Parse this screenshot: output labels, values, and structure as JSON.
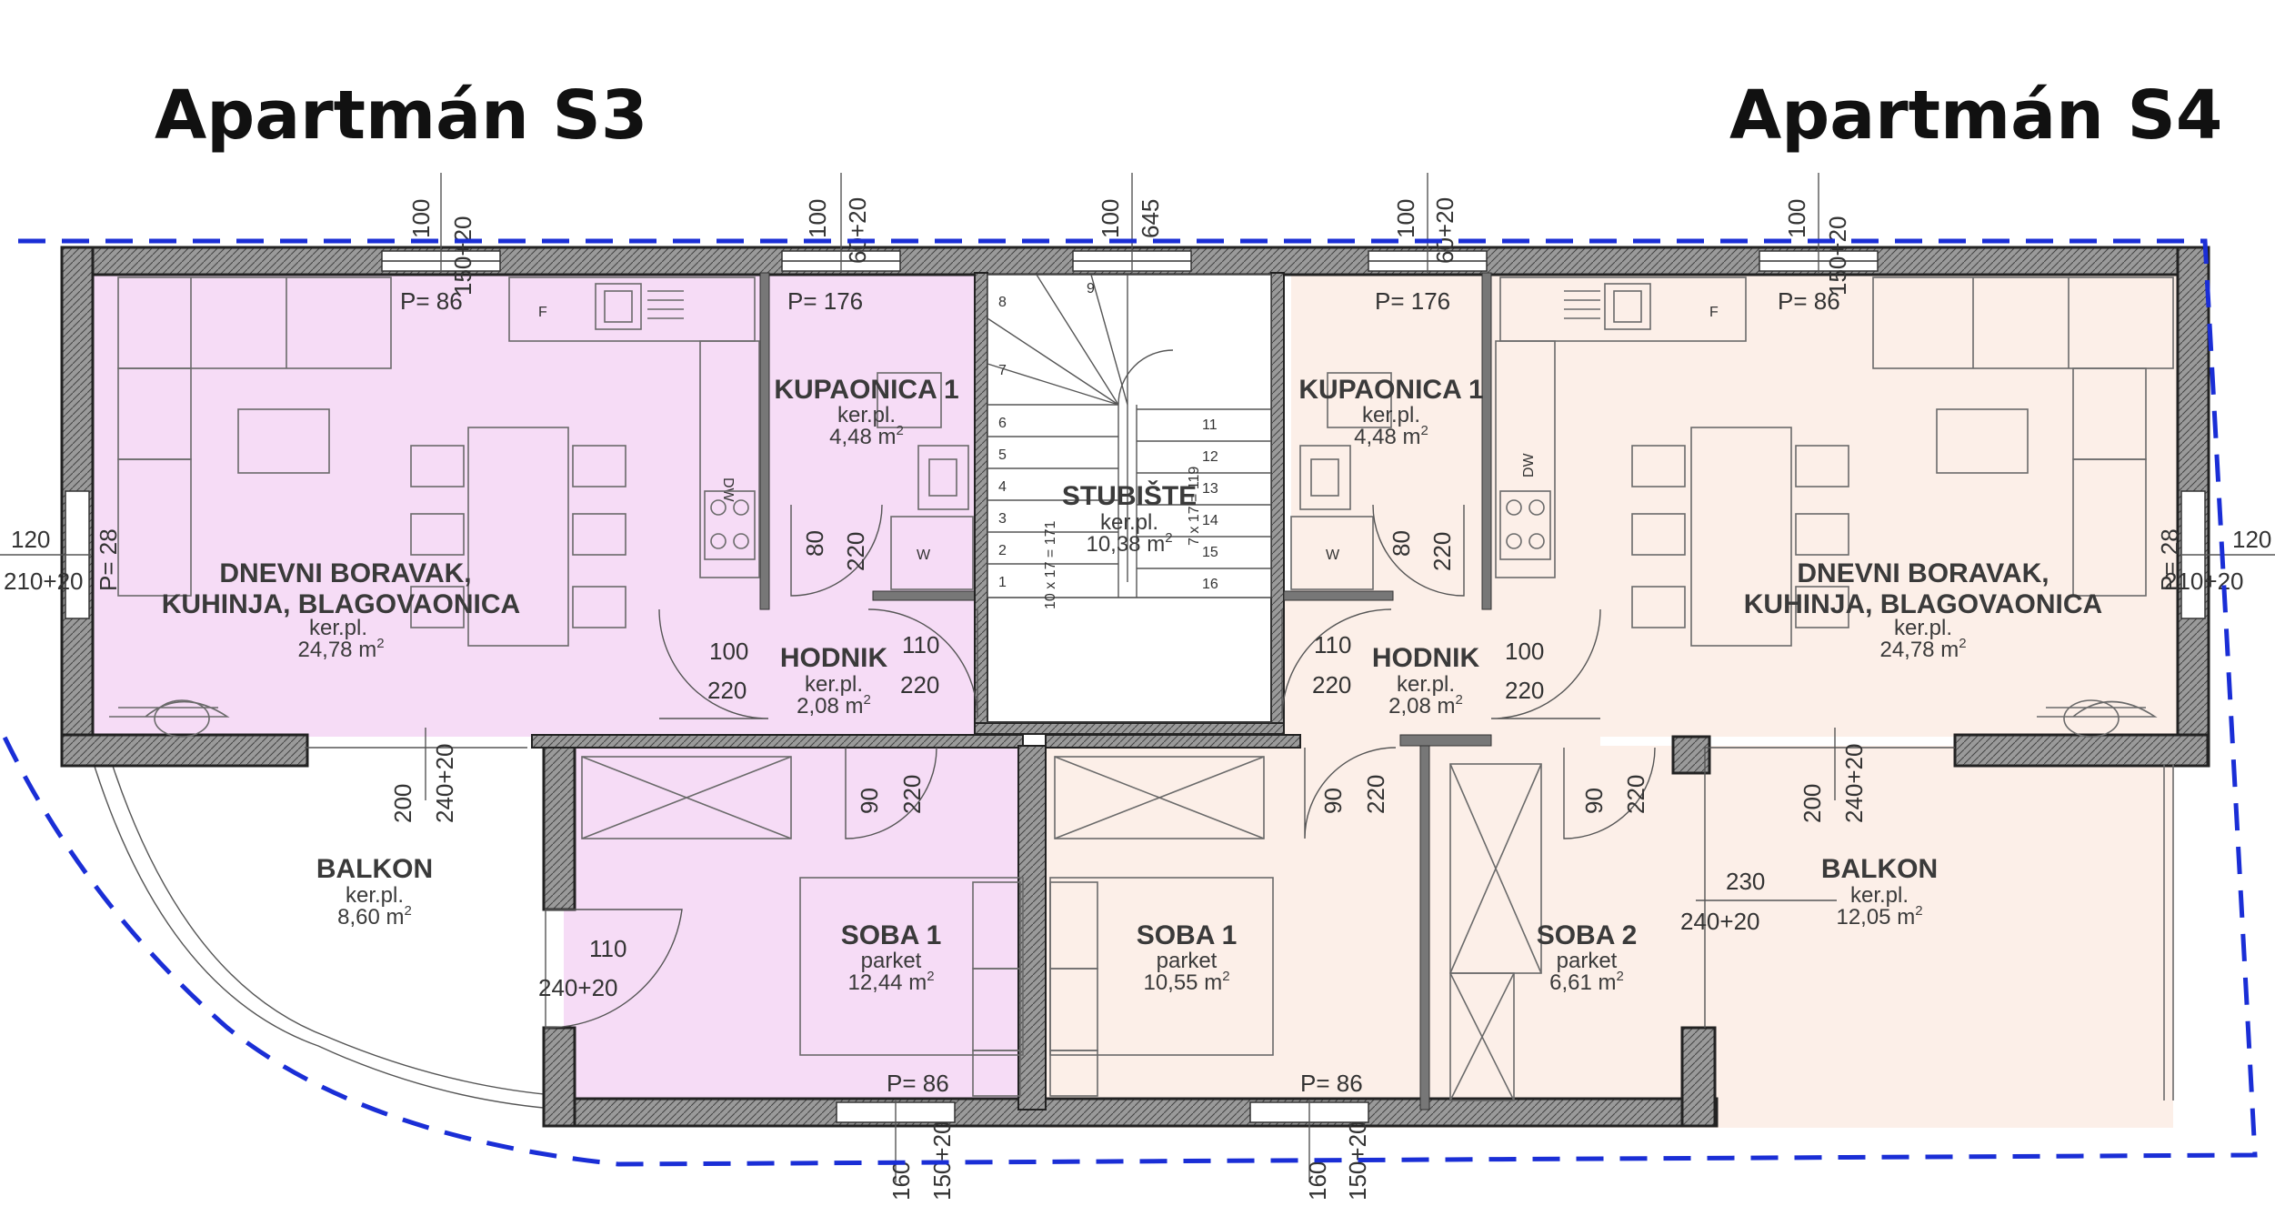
{
  "titles": {
    "left": "Apartmán S3",
    "right": "Apartmán S4"
  },
  "colors": {
    "s3_fill": "#f6dcf6",
    "s4_fill": "#fcefe8",
    "boundary": "#1a2ed6"
  },
  "rooms": {
    "s3_living": {
      "name1": "DNEVNI BORAVAK,",
      "name2": "KUHINJA, BLAGOVAONICA",
      "finish": "ker.pl.",
      "area": "24,78 m",
      "unit_exp": "2"
    },
    "s3_bath": {
      "name": "KUPAONICA 1",
      "finish": "ker.pl.",
      "area": "4,48 m",
      "unit_exp": "2"
    },
    "s3_hall": {
      "name": "HODNIK",
      "finish": "ker.pl.",
      "area": "2,08 m",
      "unit_exp": "2"
    },
    "s3_balcony": {
      "name": "BALKON",
      "finish": "ker.pl.",
      "area": "8,60 m",
      "unit_exp": "2"
    },
    "s3_room1": {
      "name": "SOBA 1",
      "finish": "parket",
      "area": "12,44 m",
      "unit_exp": "2"
    },
    "stair": {
      "name": "STUBIŠTE",
      "finish": "ker.pl.",
      "area": "10,38 m",
      "unit_exp": "2",
      "steps_left": [
        "8",
        "7",
        "6",
        "5",
        "4",
        "3",
        "2",
        "1"
      ],
      "step_top": "9",
      "steps_right": [
        "11",
        "12",
        "13",
        "14",
        "15",
        "16"
      ],
      "note_left": "10 x 17 = 171",
      "note_right": "7 x 17 = 119"
    },
    "s4_bath": {
      "name": "KUPAONICA 1",
      "finish": "ker.pl.",
      "area": "4,48 m",
      "unit_exp": "2"
    },
    "s4_hall": {
      "name": "HODNIK",
      "finish": "ker.pl.",
      "area": "2,08 m",
      "unit_exp": "2"
    },
    "s4_living": {
      "name1": "DNEVNI BORAVAK,",
      "name2": "KUHINJA, BLAGOVAONICA",
      "finish": "ker.pl.",
      "area": "24,78 m",
      "unit_exp": "2"
    },
    "s4_room1": {
      "name": "SOBA 1",
      "finish": "parket",
      "area": "10,55 m",
      "unit_exp": "2"
    },
    "s4_room2": {
      "name": "SOBA 2",
      "finish": "parket",
      "area": "6,61 m",
      "unit_exp": "2"
    },
    "s4_balcony": {
      "name": "BALKON",
      "finish": "ker.pl.",
      "area": "12,05 m",
      "unit_exp": "2"
    }
  },
  "dims": {
    "top": [
      {
        "a": "100",
        "b": "150+20"
      },
      {
        "a": "100",
        "b": "60+20"
      },
      {
        "a": "100",
        "b": "645"
      },
      {
        "a": "100",
        "b": "60+20"
      },
      {
        "a": "100",
        "b": "150+20"
      }
    ],
    "bottom": [
      {
        "a": "160",
        "b": "150+20"
      },
      {
        "a": "160",
        "b": "150+20"
      }
    ],
    "sill": [
      "P= 86",
      "P= 176",
      "P= 176",
      "P= 86",
      "P= 86",
      "P= 86"
    ],
    "side": {
      "left_a": "120",
      "left_b": "210+20",
      "left_p": "P= 28",
      "right_a": "120",
      "right_b": "210+20",
      "right_p": "P= 28"
    },
    "doors": {
      "s3_bath_door": {
        "a": "80",
        "b": "220"
      },
      "s3_entry": {
        "a": "100",
        "b": "220"
      },
      "s3_hall_right": {
        "a": "110",
        "b": "220"
      },
      "s3_balcony_door": {
        "a": "200",
        "b": "240+20"
      },
      "s3_room1_door": {
        "a": "90",
        "b": "220"
      },
      "s3_room1_balcony": {
        "a": "110",
        "b": "240+20"
      },
      "s4_bath_door": {
        "a": "80",
        "b": "220"
      },
      "s4_hall_left": {
        "a": "110",
        "b": "220"
      },
      "s4_entry": {
        "a": "100",
        "b": "220"
      },
      "s4_room1_door": {
        "a": "90",
        "b": "220"
      },
      "s4_room2_door": {
        "a": "90",
        "b": "220"
      },
      "s4_balcony_door": {
        "a": "200",
        "b": "240+20"
      },
      "s4_balcony_window": {
        "a": "230",
        "b": "240+20"
      }
    }
  },
  "appliance_labels": {
    "fridge": "F",
    "dishwasher": "DW",
    "washer": "W"
  }
}
